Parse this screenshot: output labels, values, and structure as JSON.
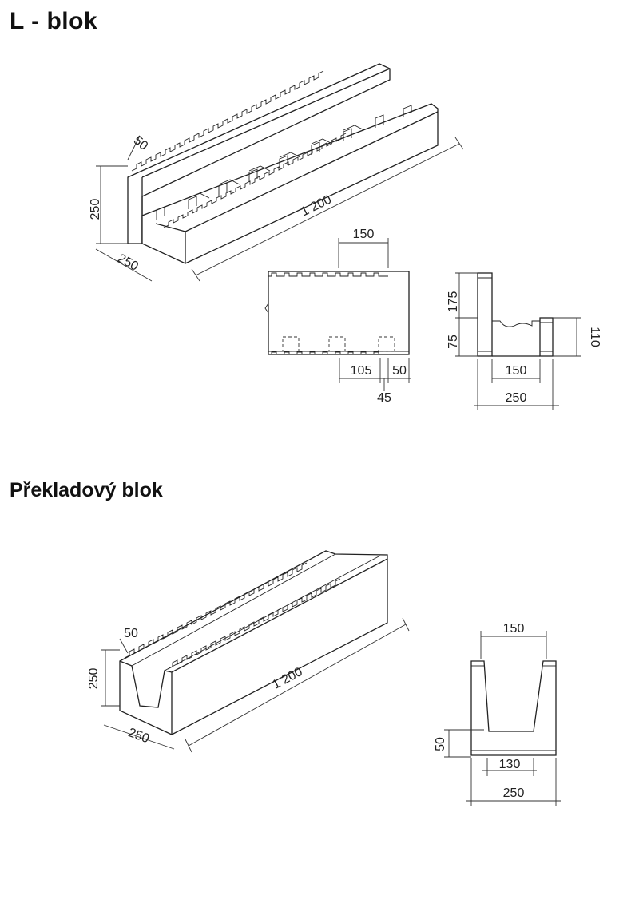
{
  "section_l_block": {
    "title": "L - blok",
    "iso_dims": {
      "thickness": "50",
      "height": "250",
      "width": "250",
      "length": "1 200"
    },
    "front_view_dims": {
      "spacing": "150",
      "gap_a": "105",
      "gap_b": "50",
      "gap_c": "45"
    },
    "section_view_dims": {
      "upper": "175",
      "lower": "75",
      "right_height": "110",
      "inner_width": "150",
      "total_width": "250"
    }
  },
  "section_lintel_block": {
    "title": "Překladový blok",
    "iso_dims": {
      "thickness": "50",
      "height": "250",
      "width": "250",
      "length": "1 200"
    },
    "section_view_dims": {
      "top_width": "150",
      "bottom_height": "50",
      "bottom_width": "130",
      "total_width": "250"
    }
  }
}
